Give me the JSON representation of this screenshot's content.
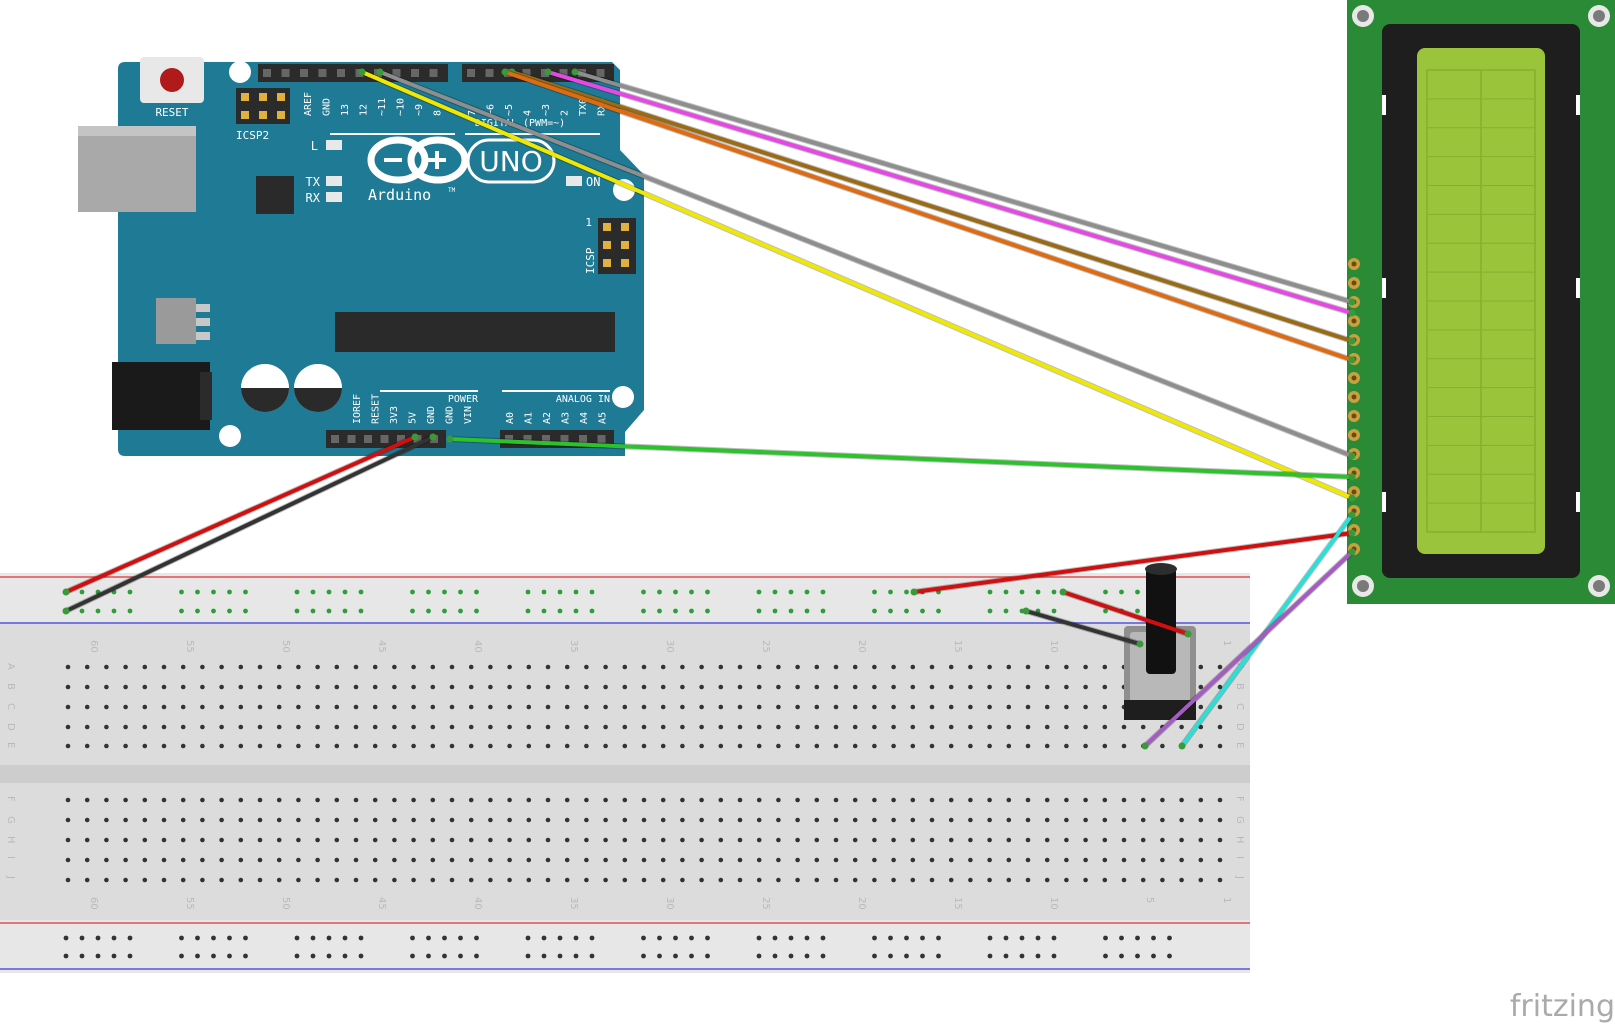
{
  "arduino": {
    "reset_label": "RESET",
    "icsp2_label": "ICSP2",
    "icsp_label": "ICSP",
    "icsp_pin1": "1",
    "l_label": "L",
    "tx_label": "TX",
    "rx_label": "RX",
    "on_label": "ON",
    "logo_text": "Arduino",
    "tm": "TM",
    "model": "UNO",
    "digital_label": "DIGITAL (PWM=~)",
    "power_label": "POWER",
    "analog_label": "ANALOG IN",
    "top_pins_a": [
      "AREF",
      "GND",
      "13",
      "12",
      "~11",
      "~10",
      "~9",
      "8"
    ],
    "top_pins_b": [
      "7",
      "~6",
      "~5",
      "4",
      "~3",
      "2",
      "TX0",
      "RX0"
    ],
    "power_pins": [
      "IOREF",
      "RESET",
      "3V3",
      "5V",
      "GND",
      "GND",
      "VIN"
    ],
    "analog_pins": [
      "A0",
      "A1",
      "A2",
      "A3",
      "A4",
      "A5"
    ]
  },
  "breadboard": {
    "column_numbers": [
      "60",
      "55",
      "50",
      "45",
      "40",
      "35",
      "30",
      "25",
      "20",
      "15",
      "10",
      "5",
      "1"
    ],
    "rows_top": [
      "A",
      "B",
      "C",
      "D",
      "E"
    ],
    "rows_bottom": [
      "F",
      "G",
      "H",
      "I",
      "J"
    ]
  },
  "wires": [
    {
      "name": "yellow",
      "color": "#f0e800"
    },
    {
      "name": "gray",
      "color": "#8e8e8e"
    },
    {
      "name": "magenta",
      "color": "#e648e6"
    },
    {
      "name": "brown",
      "color": "#9b6a14"
    },
    {
      "name": "orange",
      "color": "#e06a10"
    },
    {
      "name": "green",
      "color": "#2bc22b"
    },
    {
      "name": "red",
      "color": "#d01010"
    },
    {
      "name": "black",
      "color": "#333333"
    },
    {
      "name": "cyan",
      "color": "#28e0d8"
    },
    {
      "name": "purple",
      "color": "#a45cc0"
    }
  ],
  "colors": {
    "arduino_board": "#1f7a95",
    "lcd_pcb": "#2a8a35",
    "lcd_screen": "#9ac43a",
    "breadboard": "#dcdcdc"
  },
  "brand": "fritzing"
}
